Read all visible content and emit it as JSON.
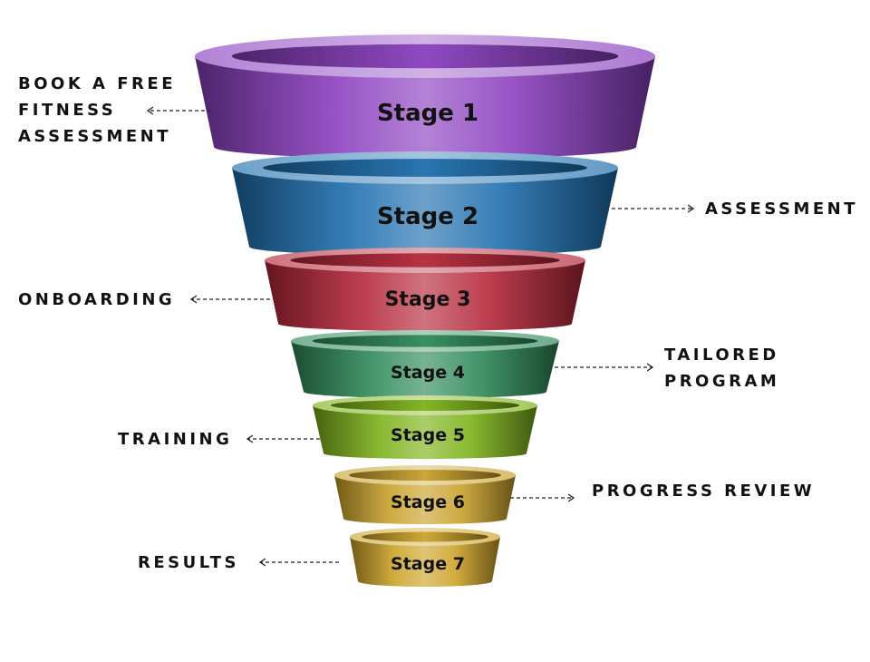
{
  "colors": {
    "stage_1": "#8a3fbf",
    "stage_2": "#1e6fae",
    "stage_3": "#b5273a",
    "stage_4": "#2f8a5a",
    "stage_5": "#7db21a",
    "stage_6": "#c9a22c",
    "stage_7": "#cda42a",
    "text": "#111111"
  },
  "stages": [
    {
      "label": "Stage 1",
      "description": [
        "BOOK A FREE",
        "FITNESS",
        "ASSESSMENT"
      ],
      "side": "left"
    },
    {
      "label": "Stage 2",
      "description": [
        "ASSESSMENT"
      ],
      "side": "right"
    },
    {
      "label": "Stage 3",
      "description": [
        "ONBOARDING"
      ],
      "side": "left"
    },
    {
      "label": "Stage 4",
      "description": [
        "TAILORED",
        "PROGRAM"
      ],
      "side": "right"
    },
    {
      "label": "Stage 5",
      "description": [
        "TRAINING"
      ],
      "side": "left"
    },
    {
      "label": "Stage 6",
      "description": [
        "PROGRESS REVIEW"
      ],
      "side": "right"
    },
    {
      "label": "Stage 7",
      "description": [
        "RESULTS"
      ],
      "side": "left"
    }
  ]
}
